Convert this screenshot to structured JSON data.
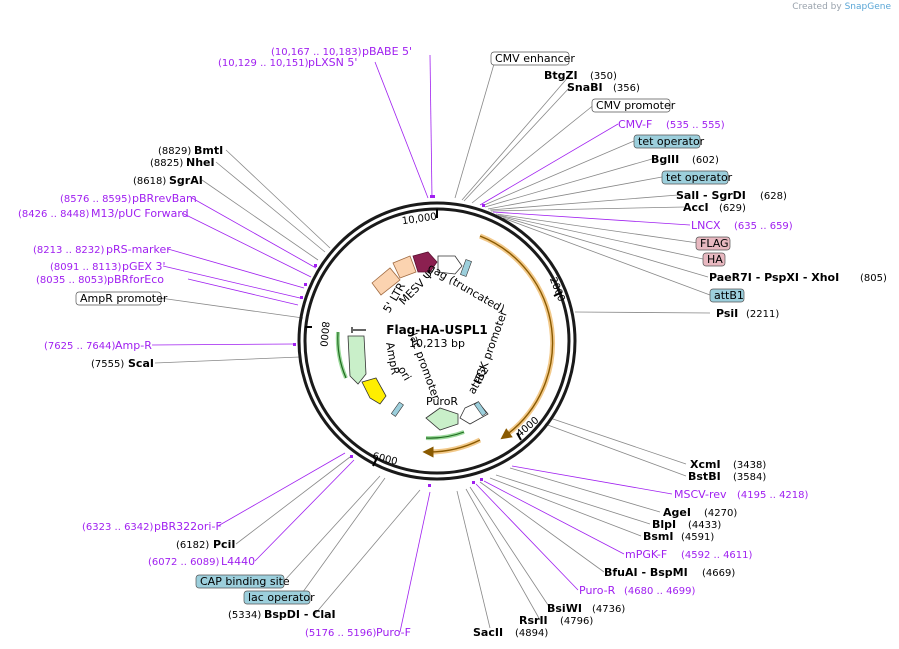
{
  "credit": {
    "prefix": "Created by",
    "brand": "SnapGene"
  },
  "plasmid": {
    "name": "Flag-HA-USPL1",
    "size": "10,213 bp"
  },
  "ticks": [
    {
      "label": "10,000"
    },
    {
      "label": "2000"
    },
    {
      "label": "4000"
    },
    {
      "label": "6000"
    },
    {
      "label": "8000"
    }
  ],
  "sites": [
    {
      "name": "BtgZI",
      "pos": "(350)"
    },
    {
      "name": "SnaBI",
      "pos": "(356)"
    },
    {
      "name": "BglII",
      "pos": "(602)"
    },
    {
      "name": "SalI",
      "sep": " - ",
      "name2": "SgrDI",
      "pos": "(628)"
    },
    {
      "name": "AccI",
      "pos": "(629)"
    },
    {
      "name": "PaeR7I",
      "sep": " - ",
      "name2": "PspXI",
      "sep2": " - ",
      "name3": "XhoI",
      "pos": "(805)"
    },
    {
      "name": "PsiI",
      "pos": "(2211)"
    },
    {
      "name": "XcmI",
      "pos": "(3438)"
    },
    {
      "name": "BstBI",
      "pos": "(3584)"
    },
    {
      "name": "AgeI",
      "pos": "(4270)"
    },
    {
      "name": "BlpI",
      "pos": "(4433)"
    },
    {
      "name": "BsmI",
      "pos": "(4591)"
    },
    {
      "name": "BfuAI",
      "sep": " - ",
      "name2": "BspMI",
      "pos": "(4669)"
    },
    {
      "name": "BsiWI",
      "pos": "(4736)"
    },
    {
      "name": "RsrII",
      "pos": "(4796)"
    },
    {
      "name": "SacII",
      "pos": "(4894)"
    },
    {
      "name": "BspDI",
      "sep": " - ",
      "name2": "ClaI",
      "pos": "(5334)"
    },
    {
      "name": "PciI",
      "pos": "(6182)"
    },
    {
      "name": "ScaI",
      "pos": "(7555)"
    },
    {
      "name": "SgrAI",
      "pos": "(8618)"
    },
    {
      "name": "NheI",
      "pos": "(8825)"
    },
    {
      "name": "BmtI",
      "pos": "(8829)"
    }
  ],
  "primers": [
    {
      "name": "pBABE 5'",
      "pos": "(10,167 .. 10,183)"
    },
    {
      "name": "pLXSN 5'",
      "pos": "(10,129 .. 10,151)"
    },
    {
      "name": "CMV-F",
      "pos": "(535 .. 555)"
    },
    {
      "name": "LNCX",
      "pos": "(635 .. 659)"
    },
    {
      "name": "MSCV-rev",
      "pos": "(4195 .. 4218)"
    },
    {
      "name": "mPGK-F",
      "pos": "(4592 .. 4611)"
    },
    {
      "name": "Puro-R",
      "pos": "(4680 .. 4699)"
    },
    {
      "name": "Puro-F",
      "pos": "(5176 .. 5196)"
    },
    {
      "name": "L4440",
      "pos": "(6072 .. 6089)"
    },
    {
      "name": "pBR322ori-F",
      "pos": "(6323 .. 6342)"
    },
    {
      "name": "Amp-R",
      "pos": "(7625 .. 7644)"
    },
    {
      "name": "pBRforEco",
      "pos": "(8035 .. 8053)"
    },
    {
      "name": "pGEX 3'",
      "pos": "(8091 .. 8113)"
    },
    {
      "name": "pRS-marker",
      "pos": "(8213 .. 8232)"
    },
    {
      "name": "M13/pUC Forward",
      "pos": "(8426 .. 8448)"
    },
    {
      "name": "pBRrevBam",
      "pos": "(8576 .. 8595)"
    }
  ],
  "boxed_features": [
    {
      "label": "CMV enhancer",
      "style": "white"
    },
    {
      "label": "CMV promoter",
      "style": "white"
    },
    {
      "label": "tet operator",
      "style": "blue"
    },
    {
      "label": "tet operator",
      "style": "blue"
    },
    {
      "label": "FLAG",
      "style": "pink"
    },
    {
      "label": "HA",
      "style": "pink"
    },
    {
      "label": "attB1",
      "style": "blue"
    },
    {
      "label": "AmpR promoter",
      "style": "white"
    },
    {
      "label": "CAP binding site",
      "style": "blue"
    },
    {
      "label": "lac operator",
      "style": "blue"
    }
  ],
  "inner_features": [
    {
      "label": "5' LTR"
    },
    {
      "label": "MESV Ψ"
    },
    {
      "label": "gag (truncated)"
    },
    {
      "label": "PGK promoter"
    },
    {
      "label": "attB2"
    },
    {
      "label": "PuroR"
    },
    {
      "label": "lac promoter"
    },
    {
      "label": "AmpR"
    },
    {
      "label": "ori"
    }
  ],
  "colors": {
    "enzyme": "#000000",
    "primer": "#a020f0",
    "feature_blue": "#9ccfdc",
    "feature_pink": "#e8b8c0",
    "orf_orange": "#e8a33c",
    "amp_green": "#9bd99b",
    "ori_yellow": "#ffee00",
    "ltr_peach": "#fbd3b0",
    "mesv_maroon": "#8b2050"
  }
}
